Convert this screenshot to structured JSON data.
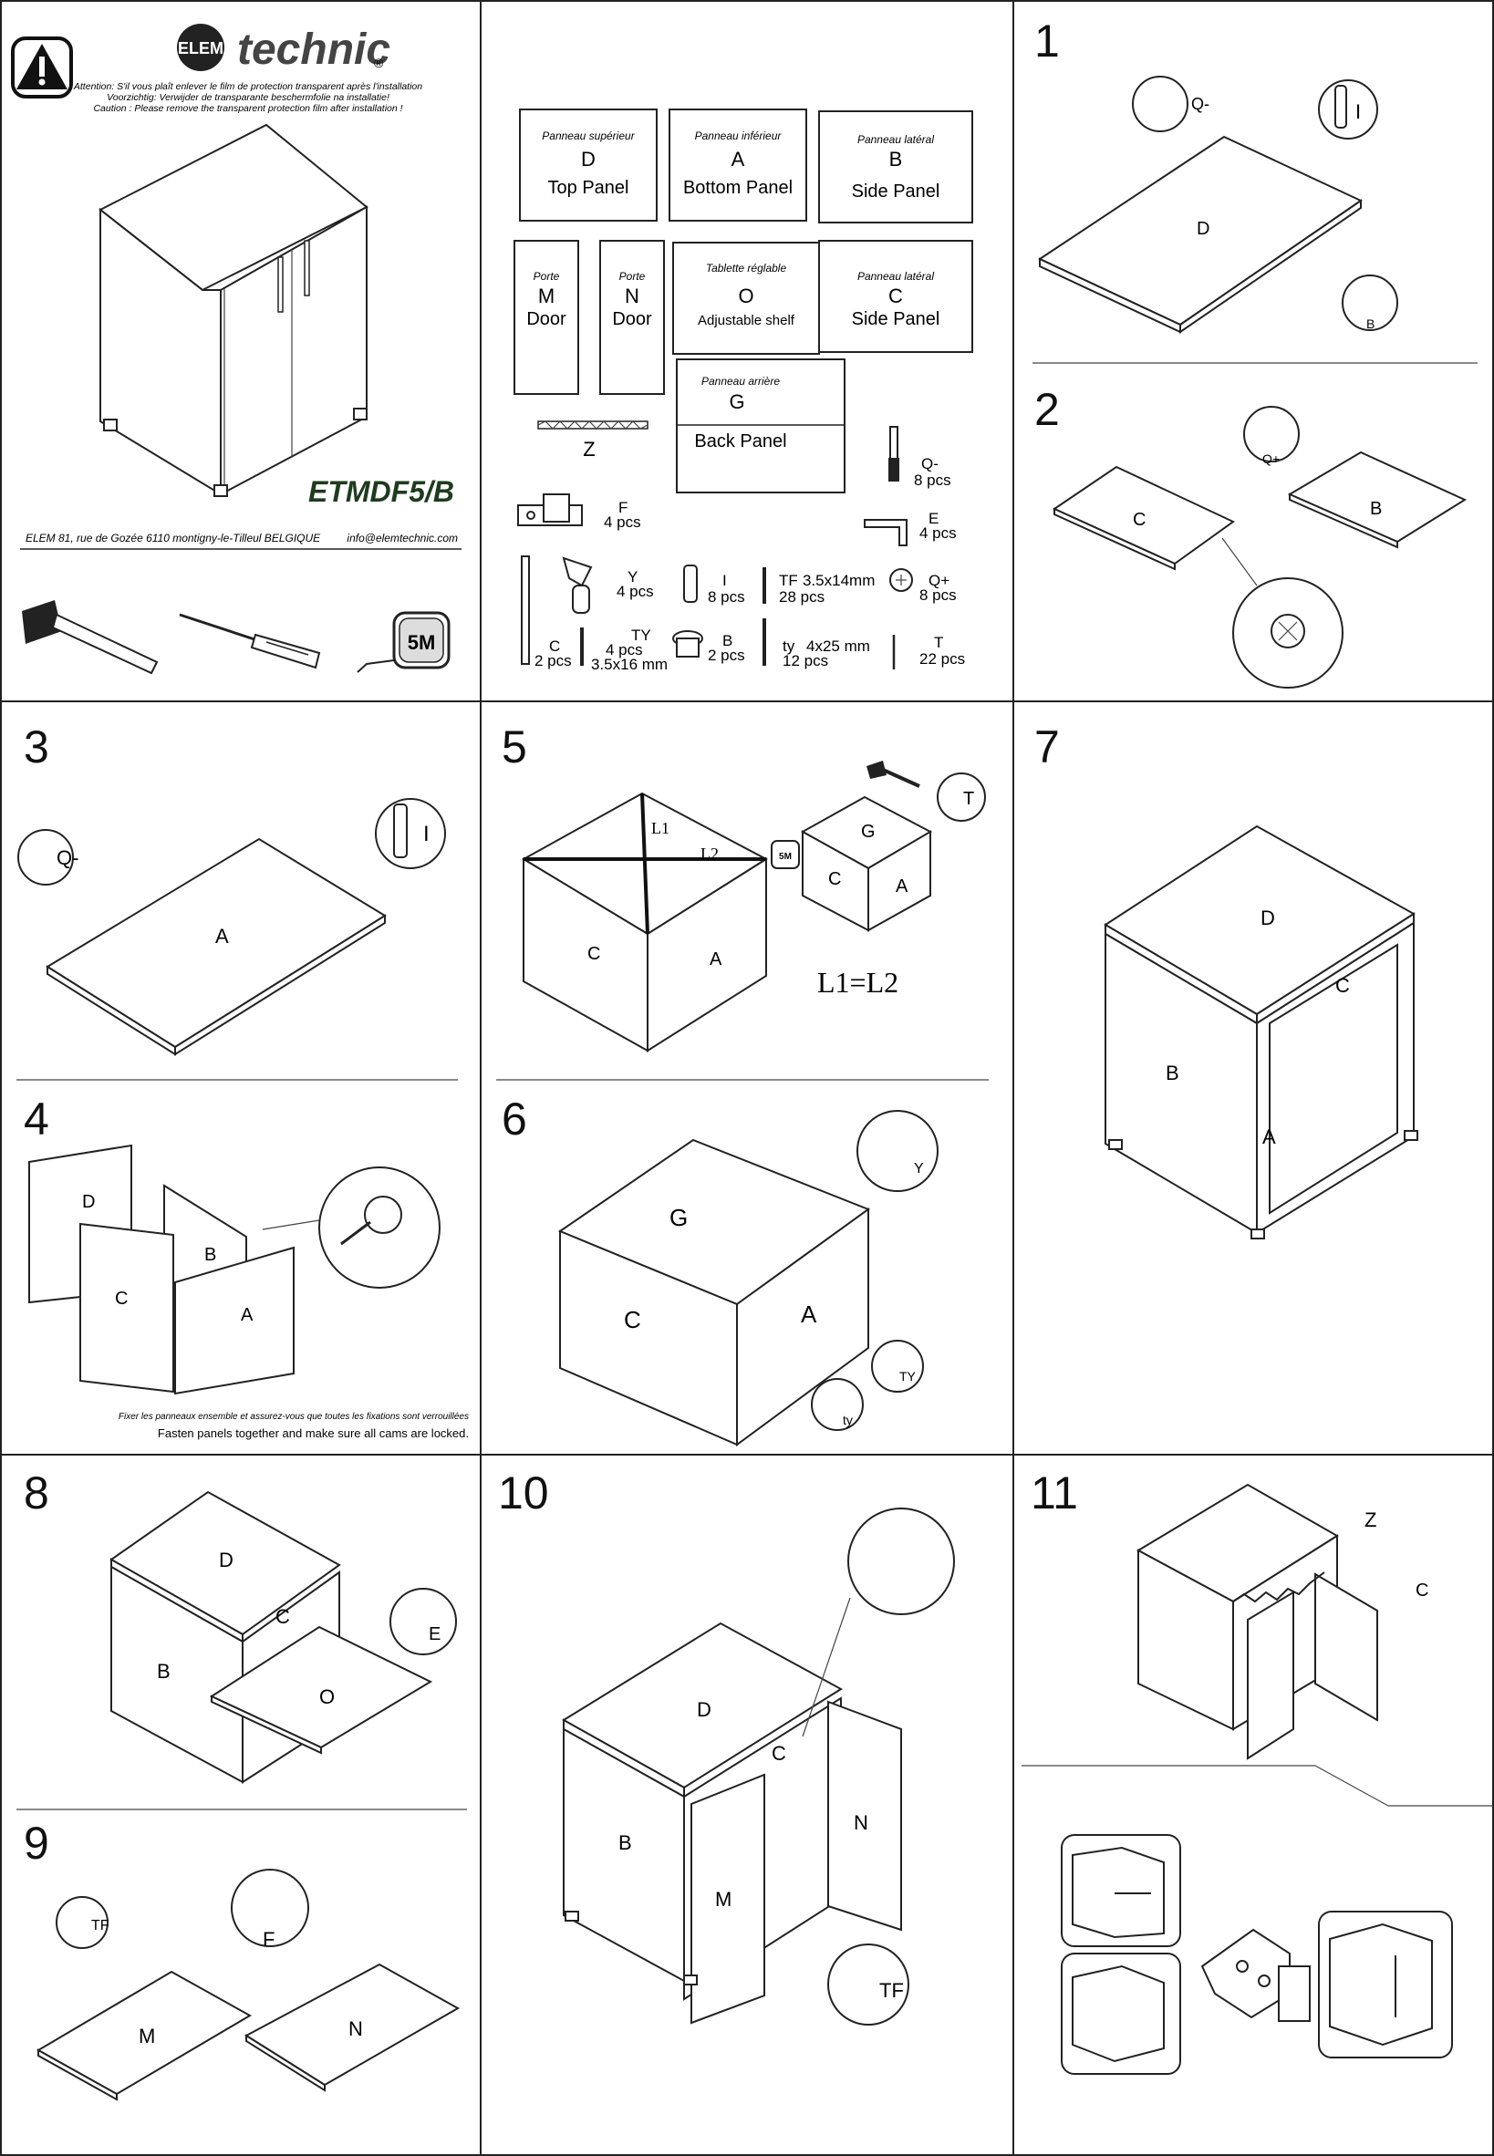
{
  "header": {
    "brand_small": "ELEM",
    "brand_big": "technic",
    "reg": "®",
    "warning_fr": "Attention: S'il vous plaît enlever le film de protection transparent après l'installation",
    "warning_nl": "Voorzichtig: Verwijder de transparante beschermfolie na installatie!",
    "warning_en": "Caution : Please remove the transparent protection film after installation !",
    "model": "ETMDF5/B",
    "address": "ELEM  81, rue de Gozée  6110 montigny-le-Tilleul BELGIQUE",
    "email": "info@elemtechnic.com",
    "tape_label": "5M"
  },
  "parts": [
    {
      "fr": "Panneau supérieur",
      "letter": "D",
      "en": "Top Panel"
    },
    {
      "fr": "Panneau inférieur",
      "letter": "A",
      "en": "Bottom Panel"
    },
    {
      "fr": "Panneau latéral",
      "letter": "B",
      "en": "Side Panel"
    },
    {
      "fr": "Porte",
      "letter": "M",
      "en": "Door"
    },
    {
      "fr": "Porte",
      "letter": "N",
      "en": "Door"
    },
    {
      "fr": "Tablette réglable",
      "letter": "O",
      "en": "Adjustable shelf"
    },
    {
      "fr": "Panneau latéral",
      "letter": "C",
      "en": "Side Panel"
    },
    {
      "fr": "Panneau arrière",
      "letter": "G",
      "en": "Back Panel"
    }
  ],
  "part_z": "Z",
  "hardware": [
    {
      "code": "Q-",
      "qty": "8 pcs"
    },
    {
      "code": "F",
      "qty": "4 pcs"
    },
    {
      "code": "E",
      "qty": "4 pcs"
    },
    {
      "code": "Y",
      "qty": "4 pcs"
    },
    {
      "code": "I",
      "qty": "8 pcs"
    },
    {
      "code": "TF",
      "size": "3.5x14mm",
      "qty": "28 pcs"
    },
    {
      "code": "Q+",
      "qty": "8 pcs"
    },
    {
      "code": "C",
      "qty": "2 pcs"
    },
    {
      "code": "TY",
      "qty": "4 pcs",
      "size": "3.5x16 mm"
    },
    {
      "code": "B",
      "qty": "2 pcs"
    },
    {
      "code": "ty",
      "size": "4x25 mm",
      "qty": "12 pcs"
    },
    {
      "code": "T",
      "qty": "22 pcs"
    }
  ],
  "steps": {
    "s1": {
      "num": "1",
      "panel": "D",
      "q": "Q-",
      "i": "I",
      "b": "B"
    },
    "s2": {
      "num": "2",
      "c": "C",
      "b": "B",
      "q": "Q+"
    },
    "s3": {
      "num": "3",
      "panel": "A",
      "q": "Q-",
      "i": "I"
    },
    "s4": {
      "num": "4",
      "d": "D",
      "b": "B",
      "c": "C",
      "a": "A",
      "note_fr": "Fixer les panneaux ensemble et assurez-vous que toutes les fixations sont verrouillées",
      "note_en": "Fasten panels together and make sure all cams are locked."
    },
    "s5": {
      "num": "5",
      "l1": "L1",
      "l2": "L2",
      "c": "C",
      "a": "A",
      "g": "G",
      "t": "T",
      "eq": "L1=L2",
      "tape": "5M"
    },
    "s6": {
      "num": "6",
      "g": "G",
      "c": "C",
      "a": "A",
      "y": "Y",
      "ty_big": "TY",
      "ty_small": "ty"
    },
    "s7": {
      "num": "7",
      "d": "D",
      "c": "C",
      "b": "B",
      "a": "A"
    },
    "s8": {
      "num": "8",
      "d": "D",
      "c": "C",
      "b": "B",
      "o": "O",
      "e": "E"
    },
    "s9": {
      "num": "9",
      "tf": "TF",
      "f": "F",
      "m": "M",
      "n": "N"
    },
    "s10": {
      "num": "10",
      "d": "D",
      "c": "C",
      "b": "B",
      "m": "M",
      "n": "N",
      "tf": "TF"
    },
    "s11": {
      "num": "11",
      "z": "Z",
      "c": "C"
    }
  }
}
